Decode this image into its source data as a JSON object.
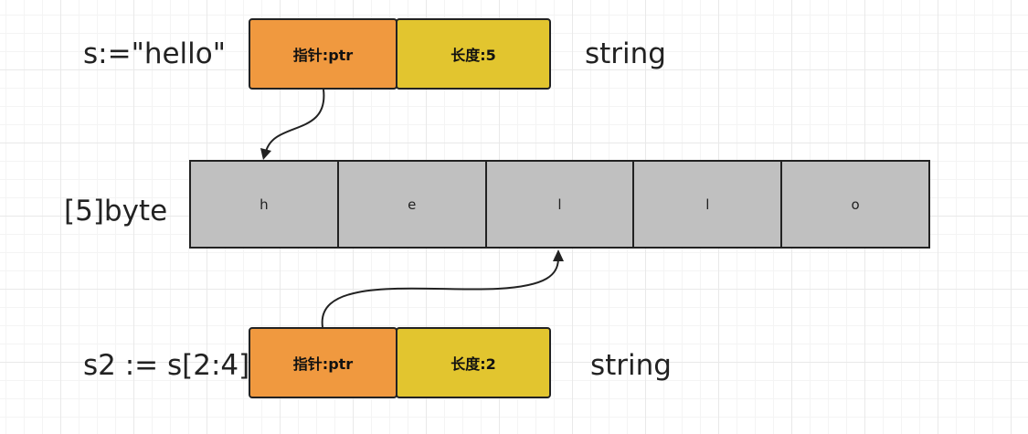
{
  "s_decl": "s:=\"hello\"",
  "s_header": {
    "ptr_label": "指针:ptr",
    "len_label": "长度:5",
    "type_label": "string"
  },
  "array": {
    "label": "[5]byte",
    "cells": [
      "h",
      "e",
      "l",
      "l",
      "o"
    ]
  },
  "s2_decl": "s2 := s[2:4]",
  "s2_header": {
    "ptr_label": "指针:ptr",
    "len_label": "长度:2",
    "type_label": "string"
  },
  "colors": {
    "ptr_fill": "#f0993f",
    "len_fill": "#e2c52f",
    "cell_fill": "#c0c0c0",
    "stroke": "#222222"
  }
}
